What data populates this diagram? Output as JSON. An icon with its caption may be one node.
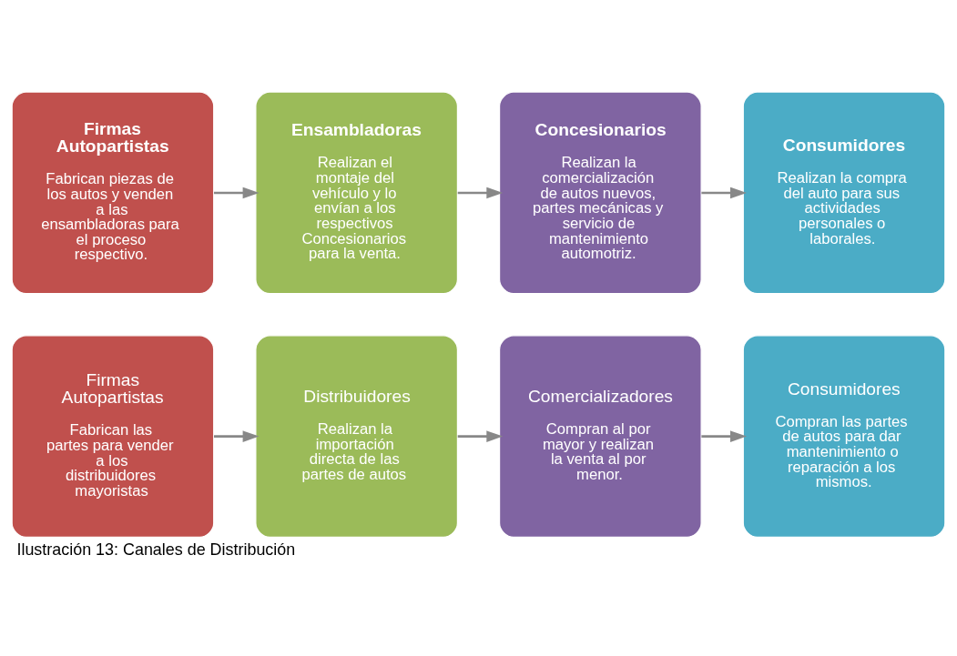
{
  "diagram": {
    "caption": "Ilustración 13: Canales de Distribución",
    "nodes": [
      {
        "text": [
          "Firmas Autopartistas",
          "Fabrican piezas de los autos y venden a las ensambladoras para el proceso respectivo."
        ]
      },
      {
        "text": [
          "Ensambladoras",
          "Realizan el montaje del vehículo y lo envían a los respectivos Concesionarios para la venta."
        ]
      },
      {
        "text": [
          "Concesionarios",
          "Realizan la comercialización de autos nuevos, partes mecánicas y servicio de mantenimiento automotriz."
        ]
      },
      {
        "text": [
          "Consumidores",
          "Realizan la compra del auto para sus actividades personales o laborales."
        ]
      },
      {
        "text": [
          "Firmas Autopartistas",
          "Fabrican las partes para vender a los distribuidores mayoristas"
        ]
      },
      {
        "text": [
          "Distribuidores",
          "Realizan la importación directa de las partes de autos"
        ]
      },
      {
        "text": [
          "Comercializadores",
          "Compran al por mayor y realizan la venta al por menor."
        ]
      },
      {
        "text": [
          "Consumidores",
          "Compran las partes de autos para dar mantenimiento o reparación a los mismos."
        ]
      }
    ],
    "edges": [
      {
        "from": 0,
        "to": 1,
        "arrow": "to"
      },
      {
        "from": 1,
        "to": 2,
        "arrow": "to"
      },
      {
        "from": 2,
        "to": 3,
        "arrow": "to"
      },
      {
        "from": 4,
        "to": 5,
        "arrow": "to"
      },
      {
        "from": 5,
        "to": 6,
        "arrow": "to"
      },
      {
        "from": 6,
        "to": 7,
        "arrow": "to"
      }
    ]
  }
}
